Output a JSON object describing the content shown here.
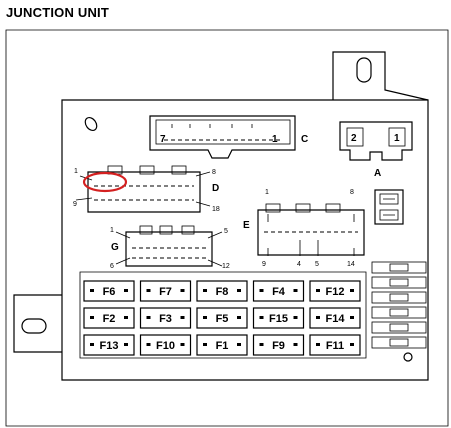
{
  "title": "JUNCTION UNIT",
  "connectors": {
    "A": {
      "label": "A",
      "pin_left": "2",
      "pin_right": "1"
    },
    "C": {
      "label": "C",
      "pin_left": "7",
      "pin_right": "1"
    },
    "D": {
      "label": "D",
      "pin_tl": "1",
      "pin_tr": "8",
      "pin_bl": "9",
      "pin_br": "18"
    },
    "E": {
      "label": "E",
      "pin_tl": "1",
      "pin_tr": "8",
      "pin_b1": "9",
      "pin_b2": "4",
      "pin_b3": "5",
      "pin_b4": "14"
    },
    "G": {
      "label": "G",
      "pin_tl": "1",
      "pin_tr": "5",
      "pin_bl": "6",
      "pin_br": "12"
    }
  },
  "fuse_rows": [
    [
      "F6",
      "F7",
      "F8",
      "F4",
      "F12"
    ],
    [
      "F2",
      "F3",
      "F5",
      "F15",
      "F14"
    ],
    [
      "F13",
      "F10",
      "F1",
      "F9",
      "F11"
    ]
  ],
  "highlight_color": "#d42020"
}
